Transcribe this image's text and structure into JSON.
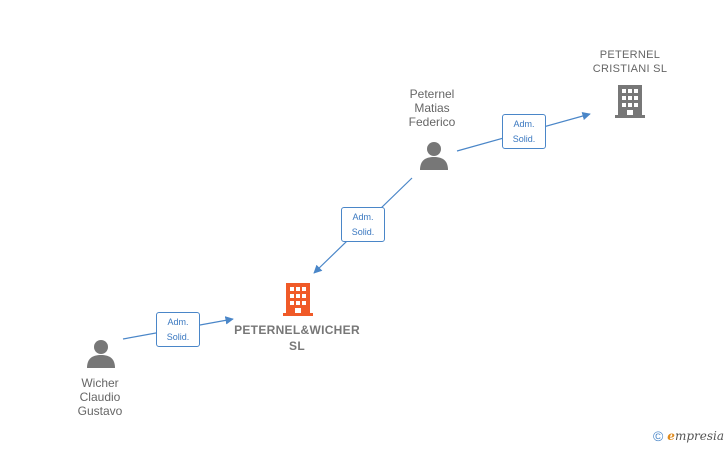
{
  "nodes": {
    "peternel_cristiani": {
      "label": "PETERNEL\nCRISTIANI SL",
      "kind": "company",
      "color": "#777777"
    },
    "peternel_matias": {
      "label": "Peternel\nMatias\nFederico",
      "kind": "person",
      "color": "#777777"
    },
    "peternel_wicher": {
      "label": "PETERNEL&WICHER\nSL",
      "kind": "company",
      "color": "#f05a28"
    },
    "wicher_claudio": {
      "label": "Wicher\nClaudio\nGustavo",
      "kind": "person",
      "color": "#777777"
    }
  },
  "edges": [
    {
      "from": "peternel_matias",
      "to": "peternel_cristiani",
      "label": "Adm.\nSolid."
    },
    {
      "from": "peternel_matias",
      "to": "peternel_wicher",
      "label": "Adm.\nSolid."
    },
    {
      "from": "wicher_claudio",
      "to": "peternel_wicher",
      "label": "Adm.\nSolid."
    }
  ],
  "footer": {
    "copyright_symbol": "©",
    "brand_initial": "e",
    "brand_rest": "mpresia"
  },
  "colors": {
    "edge": "#4a86c8",
    "highlight": "#f05a28",
    "icon_gray": "#777777"
  }
}
